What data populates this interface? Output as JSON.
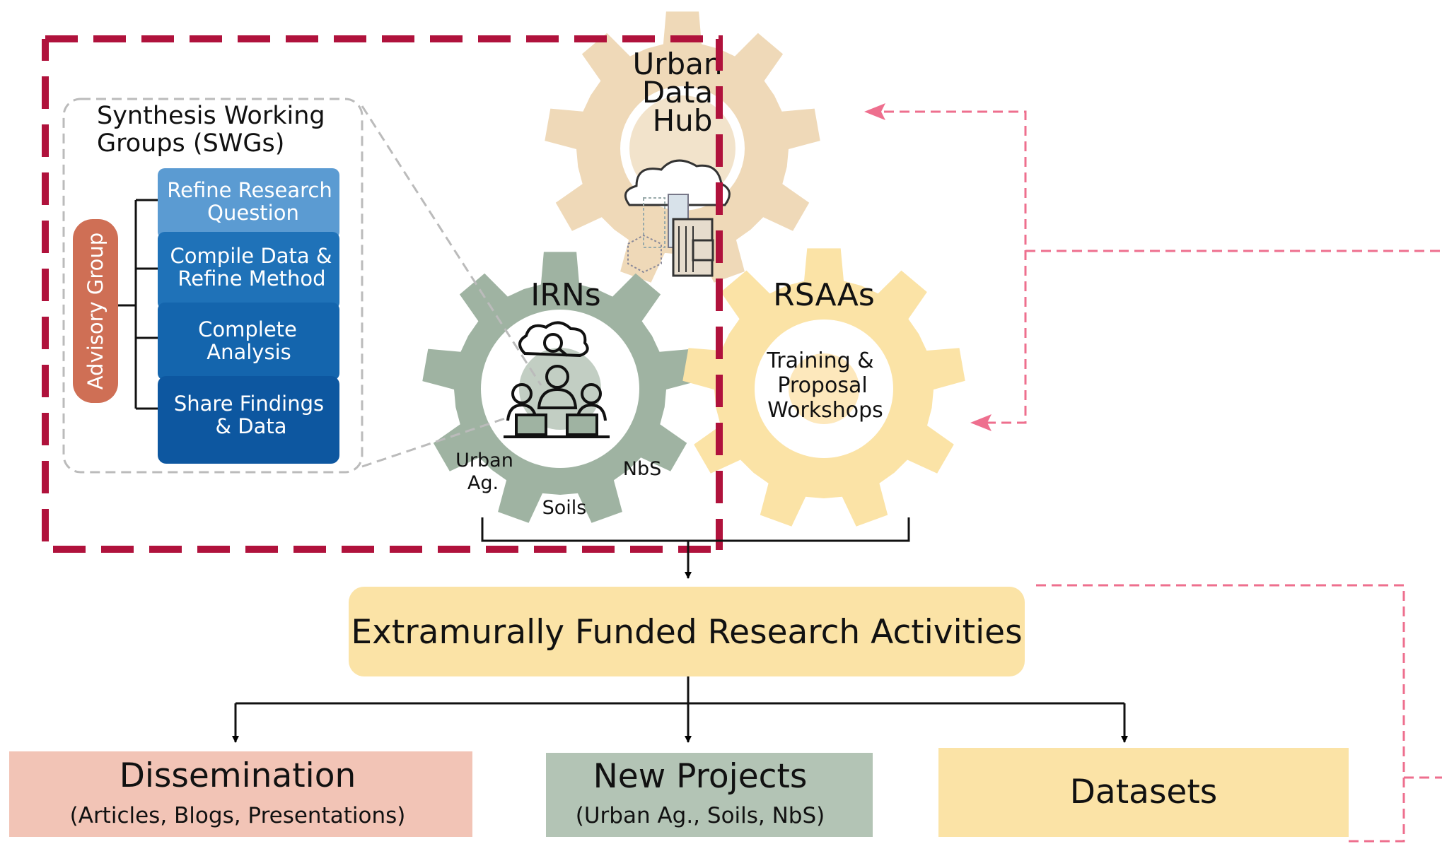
{
  "colors": {
    "crimson": "#b0123c",
    "pink": "#ee6f8e",
    "data_hub_gear": "#efd9b8",
    "irn_gear": "#9fb3a2",
    "rsaa_gear": "#fbe3a6",
    "advisory": "#cf6f55",
    "step1": "#5b9bd2",
    "step2": "#1f72b8",
    "step3": "#1465ad",
    "step4": "#0d57a0",
    "extramural": "#fbe3a6",
    "dissemination": "#f2c4b6",
    "new_projects": "#b3c4b5",
    "datasets": "#fbe3a6"
  },
  "icons": [
    "cloud-building-icon",
    "cloud-people-icon"
  ],
  "swg": {
    "title_line1": "Synthesis Working",
    "title_line2": "Groups (SWGs)",
    "advisory_label": "Advisory Group",
    "steps": [
      {
        "line1": "Refine Research",
        "line2": "Question"
      },
      {
        "line1": "Compile Data &",
        "line2": "Refine Method"
      },
      {
        "line1": "Complete",
        "line2": "Analysis"
      },
      {
        "line1": "Share Findings",
        "line2": "& Data"
      }
    ]
  },
  "gears": {
    "data_hub": {
      "line1": "Urban",
      "line2": "Data",
      "line3": "Hub"
    },
    "irn": {
      "title": "IRNs",
      "urban_ag1": "Urban",
      "urban_ag2": "Ag.",
      "soils": "Soils",
      "nbs": "NbS"
    },
    "rsaa": {
      "title": "RSAAs",
      "line1": "Training &",
      "line2": "Proposal",
      "line3": "Workshops"
    }
  },
  "extramural": {
    "label": "Extramurally Funded Research Activities"
  },
  "outputs": {
    "dissemination": {
      "title": "Dissemination",
      "subtitle": "(Articles, Blogs, Presentations)"
    },
    "new_projects": {
      "title": "New Projects",
      "subtitle": "(Urban Ag., Soils, NbS)"
    },
    "datasets": {
      "title": "Datasets"
    }
  }
}
